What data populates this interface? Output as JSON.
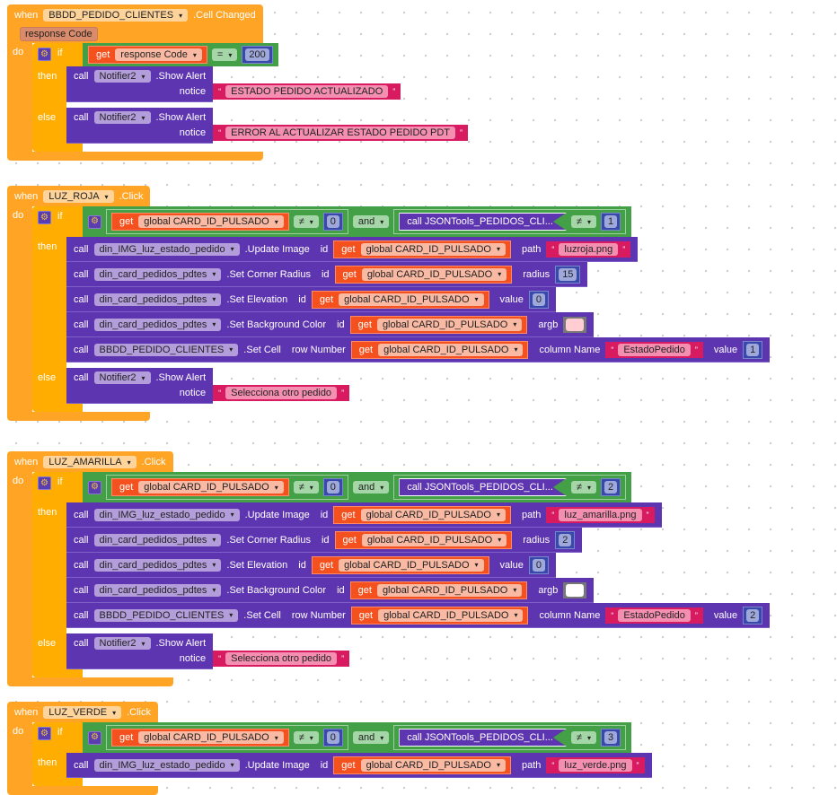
{
  "labels": {
    "when": "when",
    "do": "do",
    "if": "if",
    "then": "then",
    "else": "else",
    "call": "call",
    "get": "get",
    "open_quote": "“",
    "close_quote": "”"
  },
  "events": [
    {
      "component": "BBDD_PEDIDO_CLIENTES",
      "event": ".Cell Changed",
      "params": [
        "response Code"
      ],
      "condition": {
        "type": "compare",
        "gear": false,
        "left": {
          "type": "get",
          "name": "response Code"
        },
        "op": "=",
        "right": {
          "type": "number",
          "value": "200"
        }
      },
      "then": [
        {
          "component": "Notifier2",
          "method": ".Show Alert",
          "two_line": true,
          "args": [
            {
              "label": "notice",
              "value": {
                "type": "text",
                "value": "ESTADO PEDIDO ACTUALIZADO"
              }
            }
          ]
        }
      ],
      "else": [
        {
          "component": "Notifier2",
          "method": ".Show Alert",
          "two_line": true,
          "args": [
            {
              "label": "notice",
              "value": {
                "type": "text",
                "value": "ERROR AL ACTUALIZAR ESTADO PEDIDO PDT"
              }
            }
          ]
        }
      ]
    },
    {
      "component": "LUZ_ROJA",
      "event": ".Click",
      "params": [],
      "condition": {
        "type": "and",
        "gear": true,
        "op": "and",
        "left": {
          "type": "compare",
          "left": {
            "type": "get",
            "name": "global CARD_ID_PULSADO"
          },
          "op": "≠",
          "right": {
            "type": "number",
            "value": "0"
          }
        },
        "right": {
          "type": "compare",
          "left": {
            "type": "call",
            "text": "call  JSONTools_PEDIDOS_CLI..."
          },
          "op": "≠",
          "right": {
            "type": "number",
            "value": "1"
          }
        }
      },
      "then": [
        {
          "component": "din_IMG_luz_estado_pedido",
          "method": ".Update Image",
          "args": [
            {
              "label": "id",
              "value": {
                "type": "get",
                "name": "global CARD_ID_PULSADO"
              }
            },
            {
              "label": "path",
              "value": {
                "type": "text",
                "value": "luzroja.png"
              }
            }
          ]
        },
        {
          "component": "din_card_pedidos_pdtes",
          "method": ".Set Corner Radius",
          "args": [
            {
              "label": "id",
              "value": {
                "type": "get",
                "name": "global CARD_ID_PULSADO"
              }
            },
            {
              "label": "radius",
              "value": {
                "type": "number",
                "value": "15"
              }
            }
          ]
        },
        {
          "component": "din_card_pedidos_pdtes",
          "method": ".Set Elevation",
          "args": [
            {
              "label": "id",
              "value": {
                "type": "get",
                "name": "global CARD_ID_PULSADO"
              }
            },
            {
              "label": "value",
              "value": {
                "type": "number",
                "value": "0"
              }
            }
          ]
        },
        {
          "component": "din_card_pedidos_pdtes",
          "method": ".Set Background Color",
          "args": [
            {
              "label": "id",
              "value": {
                "type": "get",
                "name": "global CARD_ID_PULSADO"
              }
            },
            {
              "label": "argb",
              "value": {
                "type": "color",
                "color": "#FFCDD2"
              }
            }
          ]
        },
        {
          "component": "BBDD_PEDIDO_CLIENTES",
          "method": ".Set Cell",
          "args": [
            {
              "label": "row Number",
              "value": {
                "type": "get",
                "name": "global CARD_ID_PULSADO"
              }
            },
            {
              "label": "column Name",
              "value": {
                "type": "text",
                "value": "EstadoPedido"
              }
            },
            {
              "label": "value",
              "value": {
                "type": "number",
                "value": "1"
              }
            }
          ]
        }
      ],
      "else": [
        {
          "component": "Notifier2",
          "method": ".Show Alert",
          "two_line": true,
          "args": [
            {
              "label": "notice",
              "value": {
                "type": "text",
                "value": "Selecciona otro pedido"
              }
            }
          ]
        }
      ]
    },
    {
      "component": "LUZ_AMARILLA",
      "event": ".Click",
      "params": [],
      "condition": {
        "type": "and",
        "gear": true,
        "op": "and",
        "left": {
          "type": "compare",
          "left": {
            "type": "get",
            "name": "global CARD_ID_PULSADO"
          },
          "op": "≠",
          "right": {
            "type": "number",
            "value": "0"
          }
        },
        "right": {
          "type": "compare",
          "left": {
            "type": "call",
            "text": "call  JSONTools_PEDIDOS_CLI..."
          },
          "op": "≠",
          "right": {
            "type": "number",
            "value": "2"
          }
        }
      },
      "then": [
        {
          "component": "din_IMG_luz_estado_pedido",
          "method": ".Update Image",
          "args": [
            {
              "label": "id",
              "value": {
                "type": "get",
                "name": "global CARD_ID_PULSADO"
              }
            },
            {
              "label": "path",
              "value": {
                "type": "text",
                "value": "luz_amarilla.png"
              }
            }
          ]
        },
        {
          "component": "din_card_pedidos_pdtes",
          "method": ".Set Corner Radius",
          "args": [
            {
              "label": "id",
              "value": {
                "type": "get",
                "name": "global CARD_ID_PULSADO"
              }
            },
            {
              "label": "radius",
              "value": {
                "type": "number",
                "value": "2"
              }
            }
          ]
        },
        {
          "component": "din_card_pedidos_pdtes",
          "method": ".Set Elevation",
          "args": [
            {
              "label": "id",
              "value": {
                "type": "get",
                "name": "global CARD_ID_PULSADO"
              }
            },
            {
              "label": "value",
              "value": {
                "type": "number",
                "value": "0"
              }
            }
          ]
        },
        {
          "component": "din_card_pedidos_pdtes",
          "method": ".Set Background Color",
          "args": [
            {
              "label": "id",
              "value": {
                "type": "get",
                "name": "global CARD_ID_PULSADO"
              }
            },
            {
              "label": "argb",
              "value": {
                "type": "color",
                "color": "#FFFFFF"
              }
            }
          ]
        },
        {
          "component": "BBDD_PEDIDO_CLIENTES",
          "method": ".Set Cell",
          "args": [
            {
              "label": "row Number",
              "value": {
                "type": "get",
                "name": "global CARD_ID_PULSADO"
              }
            },
            {
              "label": "column Name",
              "value": {
                "type": "text",
                "value": "EstadoPedido"
              }
            },
            {
              "label": "value",
              "value": {
                "type": "number",
                "value": "2"
              }
            }
          ]
        }
      ],
      "else": [
        {
          "component": "Notifier2",
          "method": ".Show Alert",
          "two_line": true,
          "args": [
            {
              "label": "notice",
              "value": {
                "type": "text",
                "value": "Selecciona otro pedido"
              }
            }
          ]
        }
      ]
    },
    {
      "component": "LUZ_VERDE",
      "event": ".Click",
      "params": [],
      "condition": {
        "type": "and",
        "gear": true,
        "op": "and",
        "left": {
          "type": "compare",
          "left": {
            "type": "get",
            "name": "global CARD_ID_PULSADO"
          },
          "op": "≠",
          "right": {
            "type": "number",
            "value": "0"
          }
        },
        "right": {
          "type": "compare",
          "left": {
            "type": "call",
            "text": "call  JSONTools_PEDIDOS_CLI..."
          },
          "op": "≠",
          "right": {
            "type": "number",
            "value": "3"
          }
        }
      },
      "then": [
        {
          "component": "din_IMG_luz_estado_pedido",
          "method": ".Update Image",
          "args": [
            {
              "label": "id",
              "value": {
                "type": "get",
                "name": "global CARD_ID_PULSADO"
              }
            },
            {
              "label": "path",
              "value": {
                "type": "text",
                "value": "luz_verde.png"
              }
            }
          ]
        }
      ],
      "else": []
    }
  ]
}
